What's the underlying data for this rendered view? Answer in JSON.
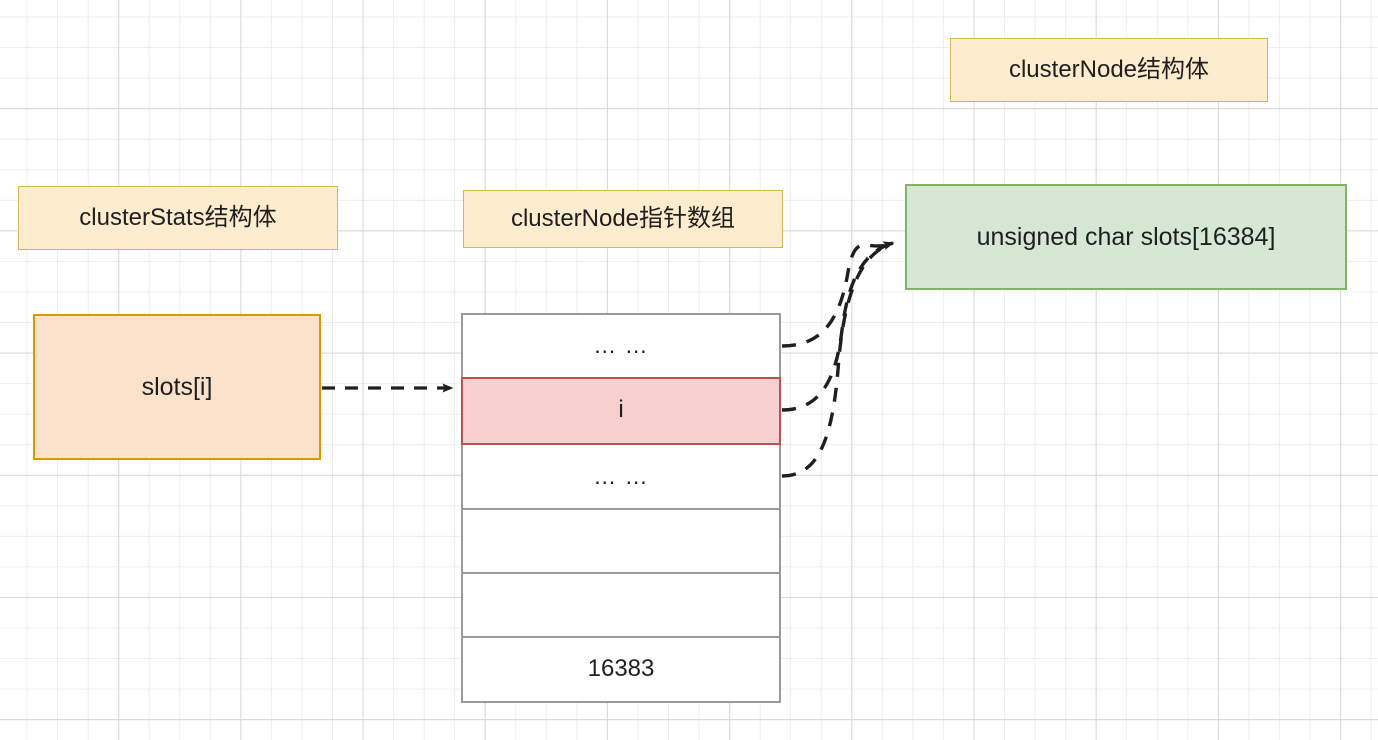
{
  "diagram": {
    "title_labels": {
      "cluster_node_struct": "clusterNode结构体",
      "cluster_stats_struct": "clusterStats结构体",
      "cluster_node_pointer_array": "clusterNode指针数组"
    },
    "nodes": {
      "slots_i": "slots[i]",
      "slots_array": "unsigned char slots[16384]"
    },
    "array_cells": [
      {
        "label": "… …",
        "highlight": false
      },
      {
        "label": "i",
        "highlight": true
      },
      {
        "label": "… …",
        "highlight": false
      },
      {
        "label": "",
        "highlight": false
      },
      {
        "label": "",
        "highlight": false
      },
      {
        "label": "16383",
        "highlight": false
      }
    ],
    "colors": {
      "label_fill": "#fdeccd",
      "label_stroke": "#d6b656",
      "orange_fill": "#fbe3cb",
      "orange_stroke": "#d79b00",
      "green_fill": "#d5e8d4",
      "green_stroke": "#82b366",
      "highlight_fill": "#f7cfcf",
      "highlight_stroke": "#b85450",
      "cell_stroke": "#9a9a9a",
      "edge_stroke": "#1f1f1f",
      "grid_minor": "#ededed",
      "grid_major": "#d8d8d8"
    }
  }
}
